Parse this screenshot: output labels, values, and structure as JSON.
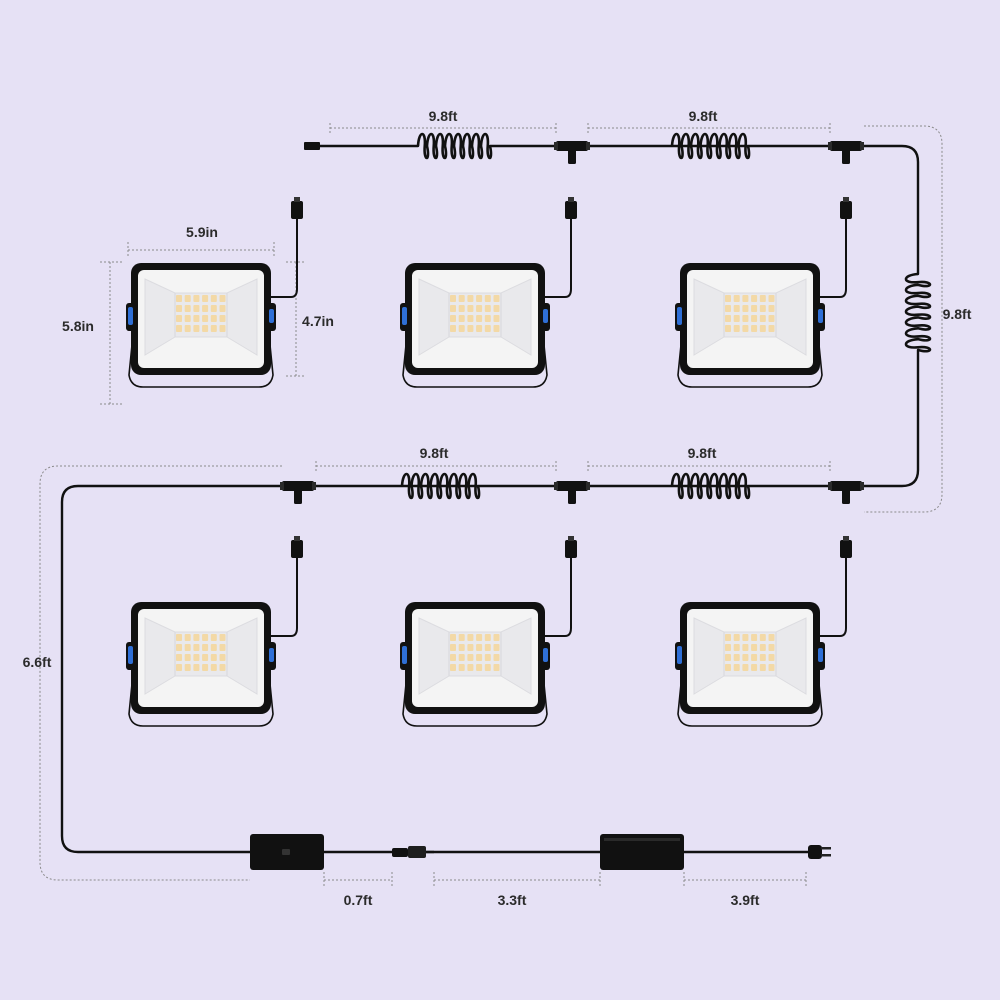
{
  "background_color": "#E6E1F5",
  "colors": {
    "cable": "#111111",
    "dimension_line": "#8a8a8a",
    "lamp_frame": "#111111",
    "lamp_face": "#f4f4f4",
    "led": "#f3d9a6",
    "knob": "#2f6fd6"
  },
  "lamp": {
    "width_label": "5.9in",
    "height_label": "5.8in",
    "panel_height_label": "4.7in"
  },
  "cables": {
    "top_segment_1": "9.8ft",
    "top_segment_2": "9.8ft",
    "right_drop": "9.8ft",
    "middle_segment_1": "9.8ft",
    "middle_segment_2": "9.8ft",
    "left_drop": "6.6ft"
  },
  "power": {
    "switch_lead": "0.7ft",
    "adapter_input": "3.3ft",
    "plug_lead": "3.9ft"
  },
  "icons": [
    "flood-light-icon",
    "t-connector-icon",
    "coiled-cable-icon",
    "power-adapter-icon",
    "plug-icon",
    "switch-box-icon"
  ]
}
